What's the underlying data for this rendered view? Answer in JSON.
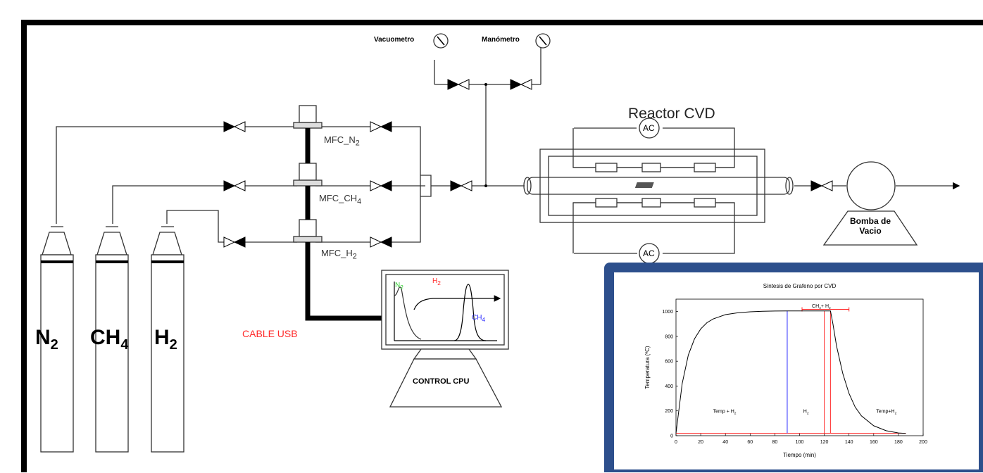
{
  "gauges": {
    "vacuum": "Vacuometro",
    "pressure": "Manómetro"
  },
  "reactor": {
    "title": "Reactor CVD",
    "power_top": "AC",
    "power_bottom": "AC"
  },
  "mfc": {
    "n2": "MFC_N",
    "n2_sub": "2",
    "ch4": "MFC_CH",
    "ch4_sub": "4",
    "h2": "MFC_H",
    "h2_sub": "2"
  },
  "cylinders": {
    "n2": "N",
    "n2_sub": "2",
    "ch4": "CH",
    "ch4_sub": "4",
    "h2": "H",
    "h2_sub": "2"
  },
  "pump": {
    "line1": "Bomba de",
    "line2": "Vacio"
  },
  "usb": {
    "label": "CABLE USB",
    "color": "#ff2a2a"
  },
  "cpu": {
    "label": "CONTROL CPU"
  },
  "monitor": {
    "n2": "N",
    "n2_sub": "2",
    "n2_color": "#3ad13a",
    "h2": "H",
    "h2_sub": "2",
    "h2_color": "#ff2a2a",
    "ch4": "CH",
    "ch4_sub": "4",
    "ch4_color": "#2a2aff"
  },
  "chart_data": {
    "type": "line",
    "title": "Síntesis de Grafeno por CVD",
    "xlabel": "Tiempo (min)",
    "ylabel": "Temperatura (ºC)",
    "xlim": [
      0,
      200
    ],
    "ylim": [
      0,
      1100
    ],
    "xticks": [
      0,
      20,
      40,
      60,
      80,
      100,
      120,
      140,
      160,
      180,
      200
    ],
    "yticks": [
      0,
      200,
      400,
      600,
      800,
      1000
    ],
    "series": [
      {
        "color": "#000000",
        "x": [
          0,
          5,
          10,
          15,
          20,
          25,
          30,
          40,
          50,
          60,
          70,
          80,
          90,
          100,
          110,
          120,
          125,
          127,
          130,
          135,
          140,
          145,
          150,
          160,
          170,
          180,
          186
        ],
        "values": [
          20,
          420,
          650,
          780,
          860,
          910,
          940,
          975,
          990,
          998,
          1002,
          1004,
          1005,
          1005,
          1005,
          1005,
          1005,
          900,
          720,
          500,
          340,
          230,
          160,
          80,
          40,
          22,
          18
        ]
      }
    ],
    "vlines": [
      {
        "x": 90,
        "color": "#2a2aff"
      },
      {
        "x": 120,
        "color": "#ff2a2a"
      },
      {
        "x": 125,
        "color": "#ff2a2a"
      }
    ],
    "baseline": {
      "y": 20,
      "x_range": [
        0,
        186
      ],
      "color": "#ff2a2a"
    },
    "bracket": {
      "x_range": [
        102,
        140
      ],
      "y": 1018,
      "color": "#ff2a2a"
    },
    "annotations": [
      {
        "text": "Temp + H",
        "sub": "2",
        "x": 30,
        "y": 200
      },
      {
        "text": "H",
        "sub": "2",
        "x": 103,
        "y": 200
      },
      {
        "text": "Temp+H",
        "sub": "2",
        "x": 162,
        "y": 200
      },
      {
        "text": "CH",
        "sub": "4",
        "tail": "+ H",
        "tail_sub": "2",
        "x": 110,
        "y": 1050
      }
    ]
  }
}
